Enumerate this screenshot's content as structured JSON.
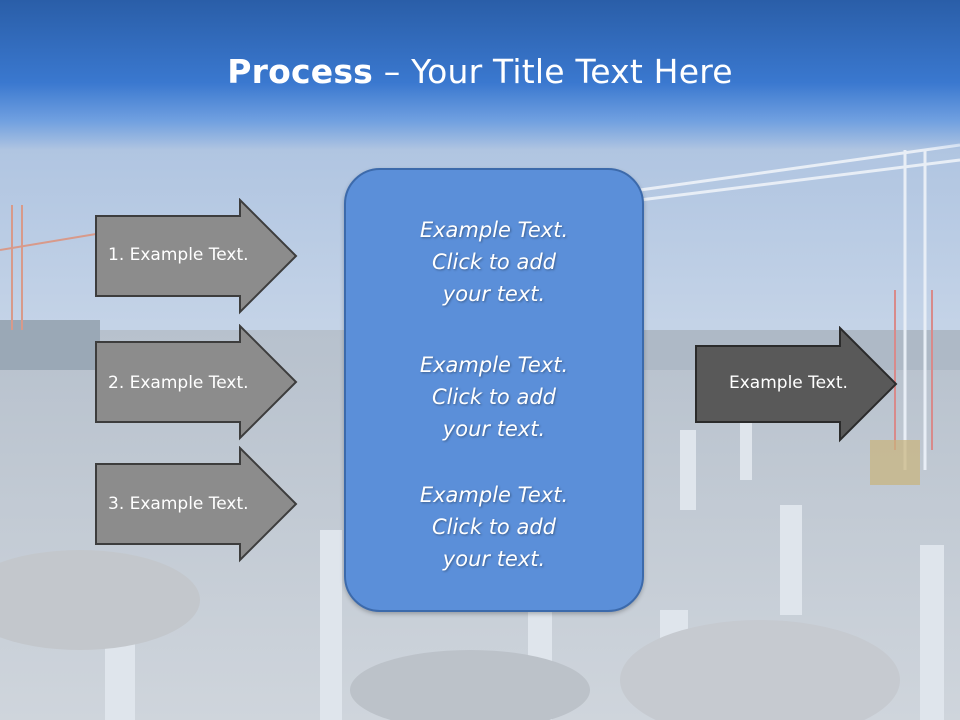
{
  "title": {
    "bold": "Process",
    "rest": " – Your Title Text Here"
  },
  "left_arrows": [
    {
      "label": "1. Example Text."
    },
    {
      "label": "2. Example Text."
    },
    {
      "label": "3. Example Text."
    }
  ],
  "center_box": {
    "paragraphs": [
      {
        "lines": [
          "Example Text.",
          "Click  to add",
          "your text."
        ]
      },
      {
        "lines": [
          "Example Text.",
          "Click  to add",
          "your text."
        ]
      },
      {
        "lines": [
          "Example Text.",
          "Click  to add",
          "your text."
        ]
      }
    ]
  },
  "right_arrow": {
    "label": "Example Text."
  },
  "colors": {
    "header": "#3a78cf",
    "center_box": "#5b8fd9",
    "left_arrow_fill": "#8c8c8c",
    "right_arrow_fill": "#595959",
    "text": "#ffffff"
  }
}
